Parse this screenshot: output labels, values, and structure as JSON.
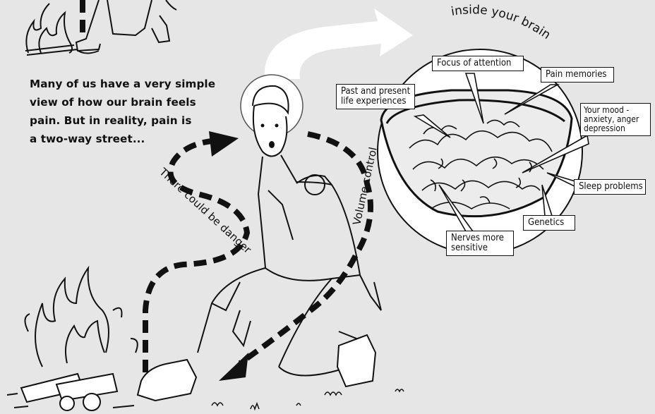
{
  "intro": {
    "lines": [
      "Many of us have a very simple",
      "view of how our brain feels",
      "pain. But in reality, pain is",
      "a two-way street..."
    ]
  },
  "labels": {
    "inside_brain": "inside your brain",
    "danger": "There could be danger",
    "volume": "Volume control"
  },
  "callouts": {
    "focus": "Focus of attention",
    "pain_memories": "Pain memories",
    "life_line1": "Past and present",
    "life_line2": "life experiences",
    "mood_line1": "Your mood -",
    "mood_line2": "anxiety, anger",
    "mood_line3": "depression",
    "sleep": "Sleep problems",
    "genetics": "Genetics",
    "nerves_line1": "Nerves more",
    "nerves_line2": "sensitive"
  }
}
